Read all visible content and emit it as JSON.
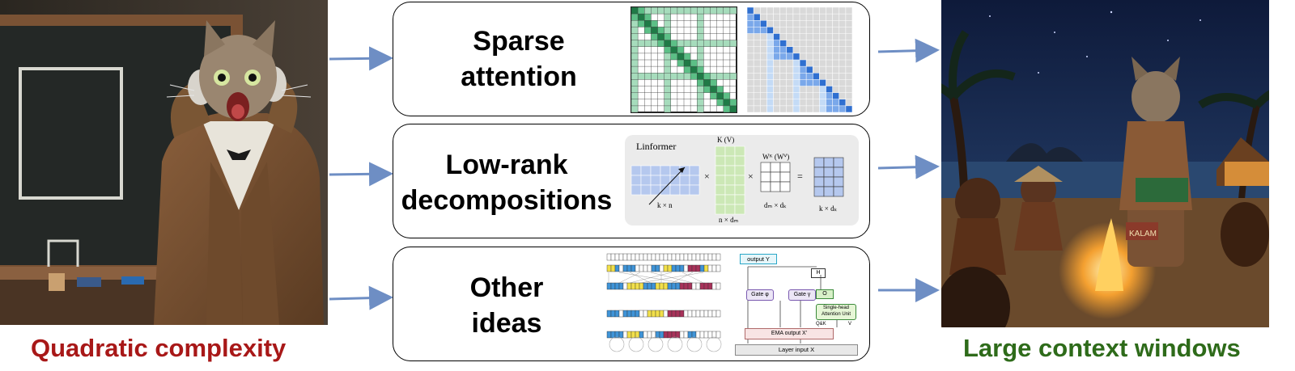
{
  "left": {
    "caption": "Quadratic complexity",
    "caption_color": "#a81818"
  },
  "right": {
    "caption": "Large context windows",
    "caption_color": "#2e6b1a",
    "book_text": "KALAM"
  },
  "boxes": [
    {
      "title_line1": "Sparse",
      "title_line2": "attention"
    },
    {
      "title_line1": "Low-rank",
      "title_line2": "decompositions"
    },
    {
      "title_line1": "Other",
      "title_line2": "ideas"
    }
  ],
  "linformer": {
    "title": "Linformer",
    "kv_label": "K (V)",
    "w_label": "Wᴷ (Wⱽ)",
    "label_kn": "k × n",
    "label_nd": "n × dₘ",
    "label_dd": "dₘ × dₖ",
    "label_kd": "k × dₖ",
    "times": "×",
    "equals": "="
  },
  "mega": {
    "output": "output Y",
    "h": "H",
    "gate_phi": "Gate φ",
    "gate_gamma": "Gate γ",
    "o": "O",
    "single_head": "Single-head",
    "attention_unit": "Attention Unit",
    "ema": "EMA output X'",
    "layer_input": "Layer input X",
    "qk": "Q&K",
    "v": "V"
  },
  "colors": {
    "arrow": "#6e8ec4",
    "sparse_green": "#2e9e5b",
    "sparse_blue": "#3f86e0",
    "lin_blue": "#b5c8ee",
    "lin_green": "#cce8b6"
  }
}
